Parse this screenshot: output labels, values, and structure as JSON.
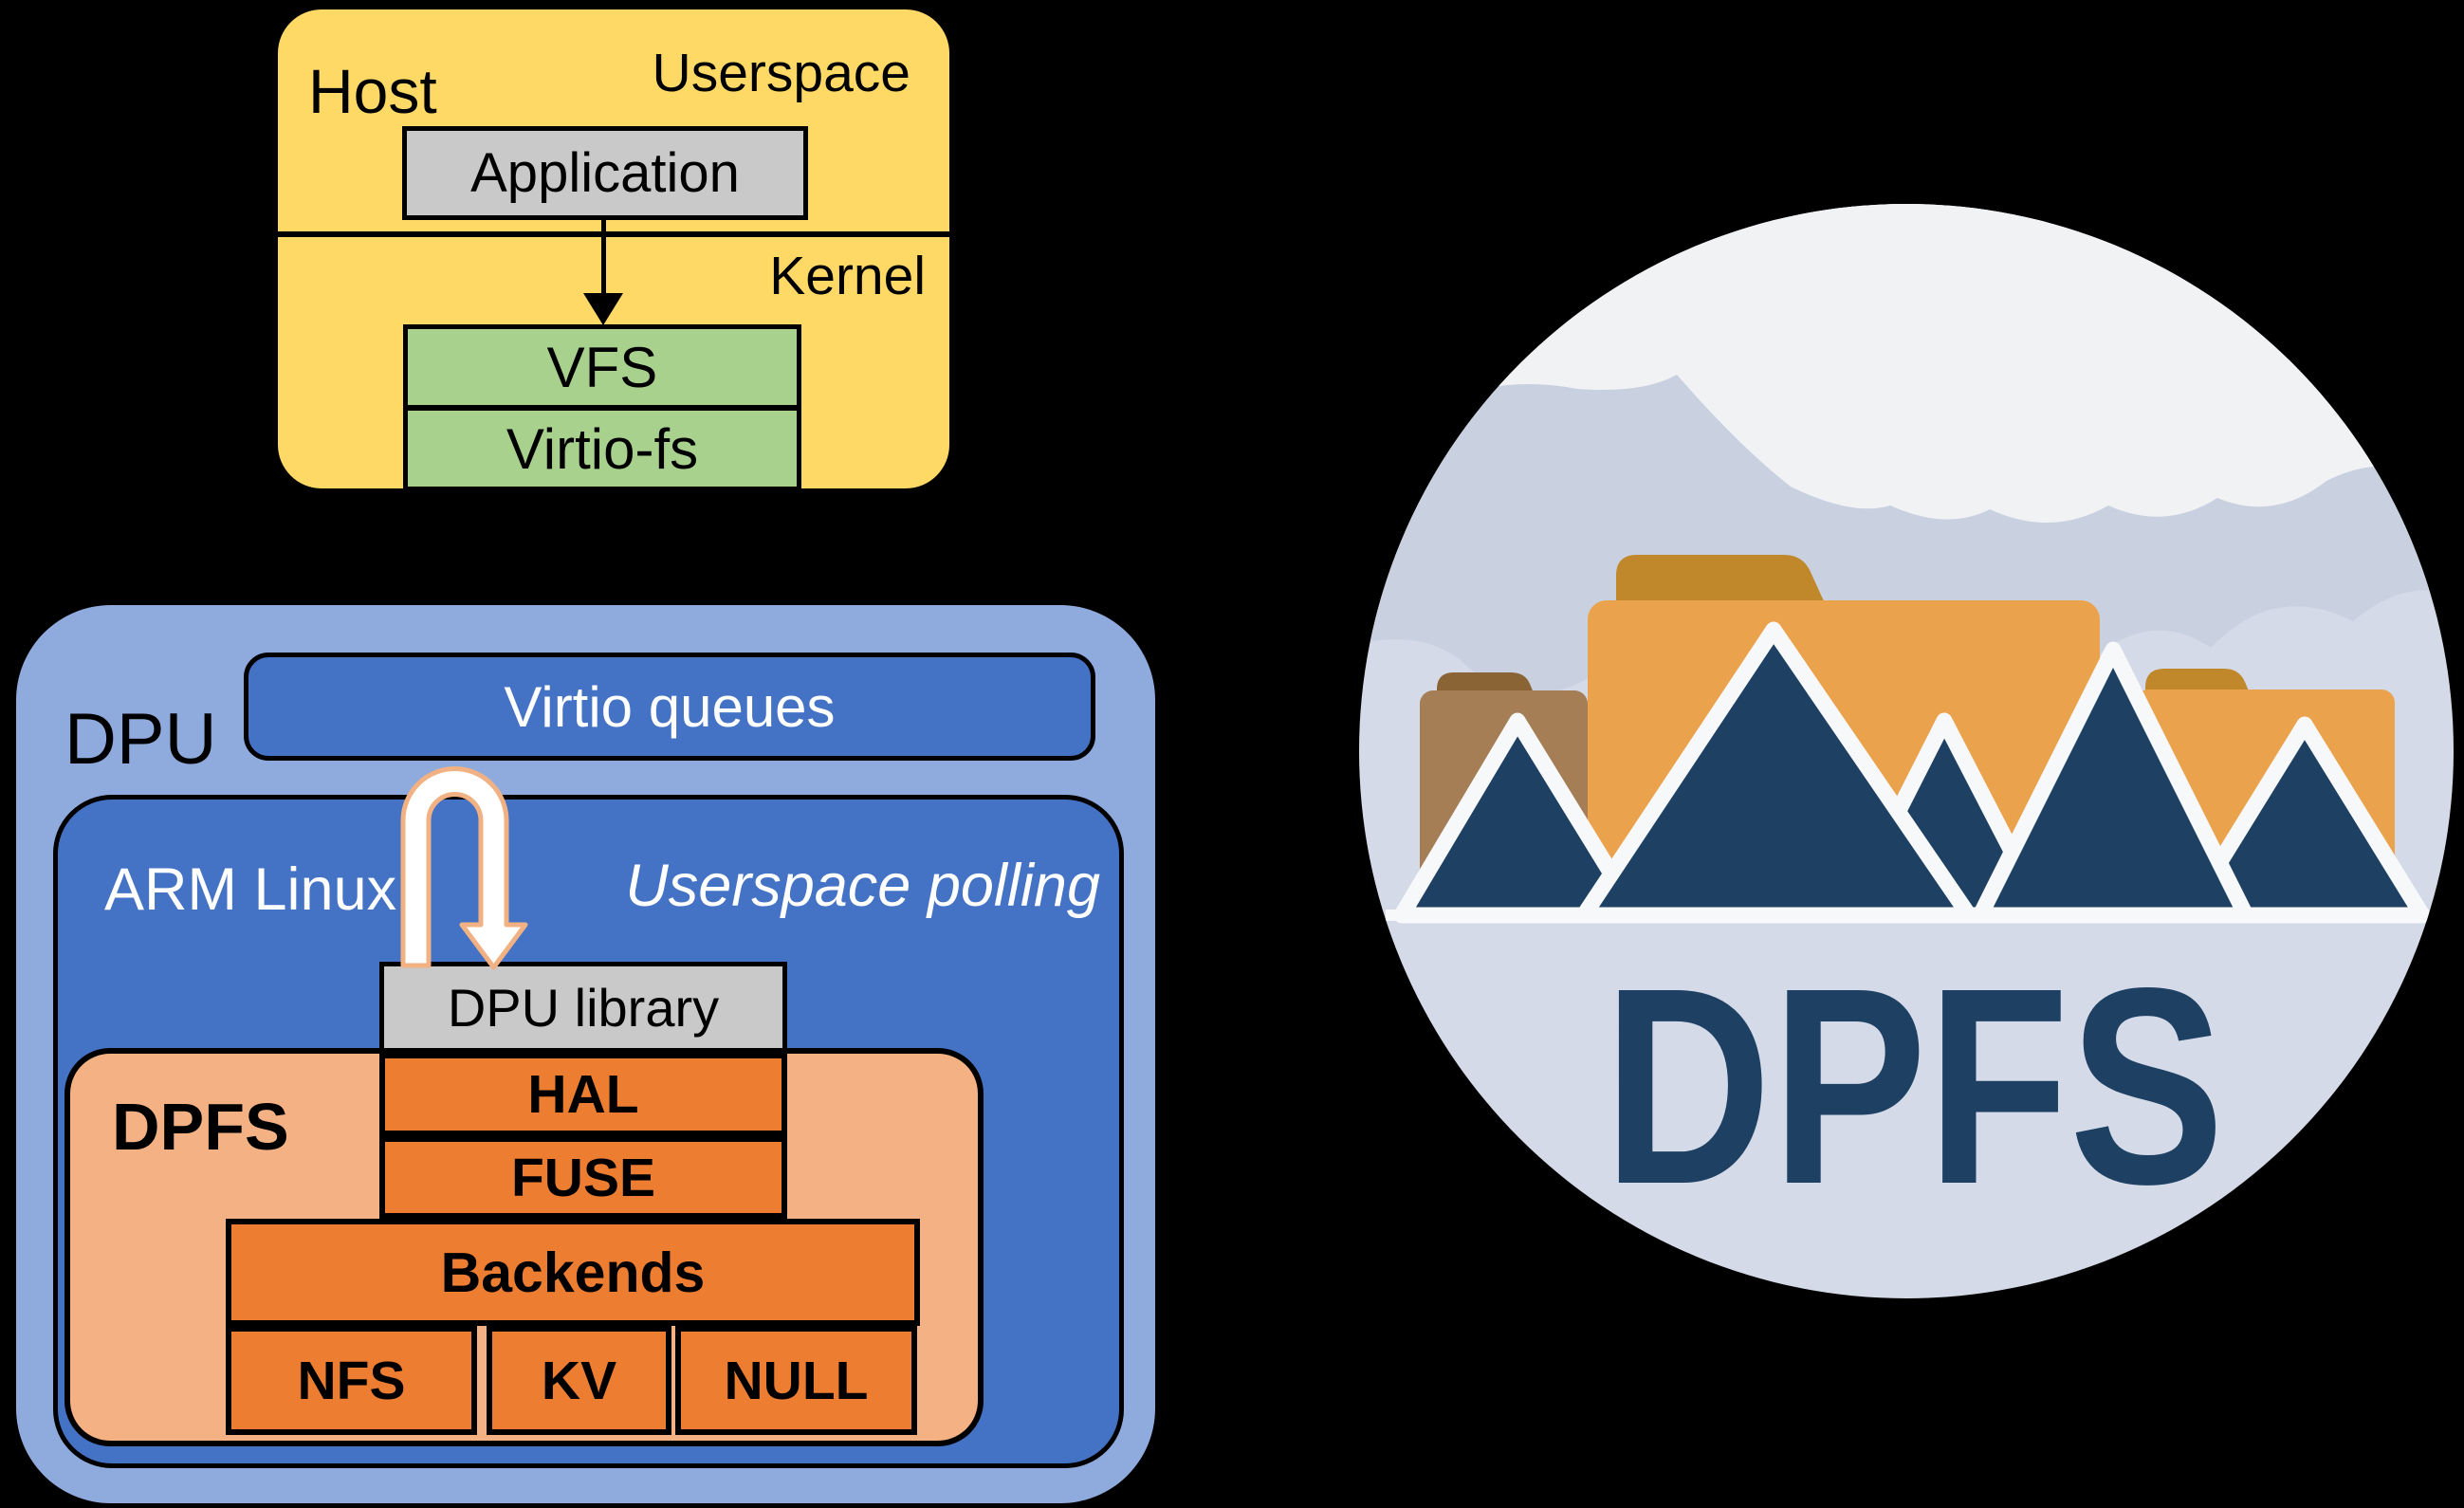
{
  "host": {
    "title": "Host",
    "userspace_label": "Userspace",
    "kernel_label": "Kernel",
    "application": "Application",
    "vfs": "VFS",
    "virtio_fs": "Virtio-fs"
  },
  "dpu": {
    "title": "DPU",
    "virtio_queues": "Virtio queues",
    "arm_linux": "ARM Linux",
    "userspace_polling": "Userspace polling",
    "dpu_library": "DPU library"
  },
  "dpfs": {
    "title": "DPFS",
    "hal": "HAL",
    "fuse": "FUSE",
    "backends": "Backends",
    "backend_items": [
      "NFS",
      "KV",
      "NULL"
    ]
  },
  "logo": {
    "wordmark": "DPFS"
  },
  "colors": {
    "host_bg": "#FFD966",
    "kernel_module_bg": "#A9D18E",
    "generic_box_bg": "#C9C9C9",
    "dpu_bg": "#8FAADC",
    "dpu_inner_bg": "#4472C4",
    "dpfs_bg": "#F4B183",
    "dpfs_module_bg": "#ED7D31",
    "polling_arrow_outline": "#F2B183",
    "logo_circle_bg": "#D4DAE7",
    "logo_cloud_light": "#F1F2F4",
    "logo_cloud_mid": "#C9D0E0",
    "logo_navy": "#1D4063",
    "logo_folder_orange": "#EBA24D",
    "logo_folder_tab": "#C1872B",
    "logo_folder_brown": "#A57E55",
    "logo_folder_brown_tab": "#8A6435"
  }
}
